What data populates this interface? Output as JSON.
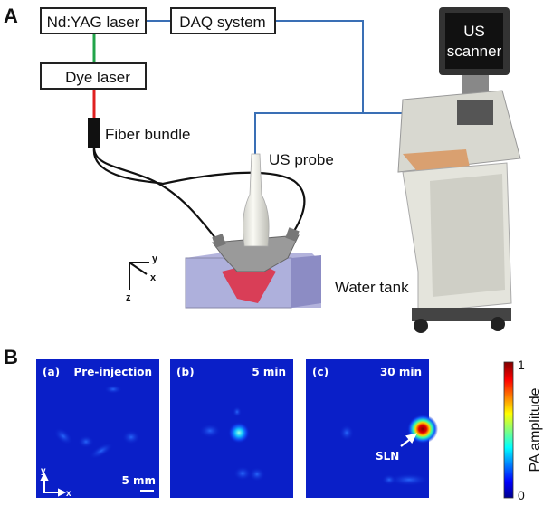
{
  "panel_a": {
    "label": "A",
    "boxes": {
      "ndyag": "Nd:YAG laser",
      "daq": "DAQ system",
      "dye": "Dye laser",
      "scanner_line1": "US",
      "scanner_line2": "scanner"
    },
    "labels": {
      "fiber": "Fiber bundle",
      "probe": "US probe",
      "tank": "Water tank"
    },
    "axes": {
      "x": "x",
      "y": "y",
      "z": "z"
    },
    "colors": {
      "daq_cable": "#3a6fb5",
      "green_beam": "#22a44a",
      "red_beam": "#e02020"
    }
  },
  "panel_b": {
    "label": "B",
    "images": [
      {
        "tag": "(a)",
        "title": "Pre-injection"
      },
      {
        "tag": "(b)",
        "title": "5 min"
      },
      {
        "tag": "(c)",
        "title": "30 min",
        "annotation": "SLN"
      }
    ],
    "scale_bar": "5 mm",
    "axes": {
      "x": "x",
      "y": "y"
    },
    "colorbar": {
      "label": "PA amplitude",
      "max": "1",
      "min": "0",
      "colormap": "jet"
    }
  }
}
